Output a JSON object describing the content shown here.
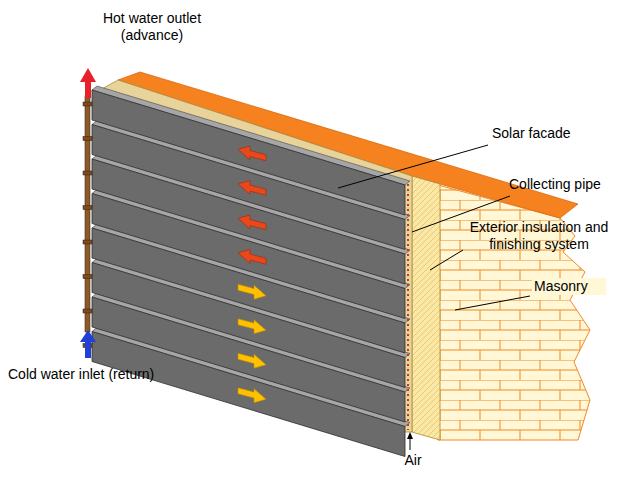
{
  "diagram": {
    "labels": [
      "Hot water outlet (advance)",
      "Solar facade",
      "Collecting pipe",
      "Exterior insulation and finishing system",
      "Masonry",
      "Cold water inlet (return)",
      "Air"
    ]
  }
}
